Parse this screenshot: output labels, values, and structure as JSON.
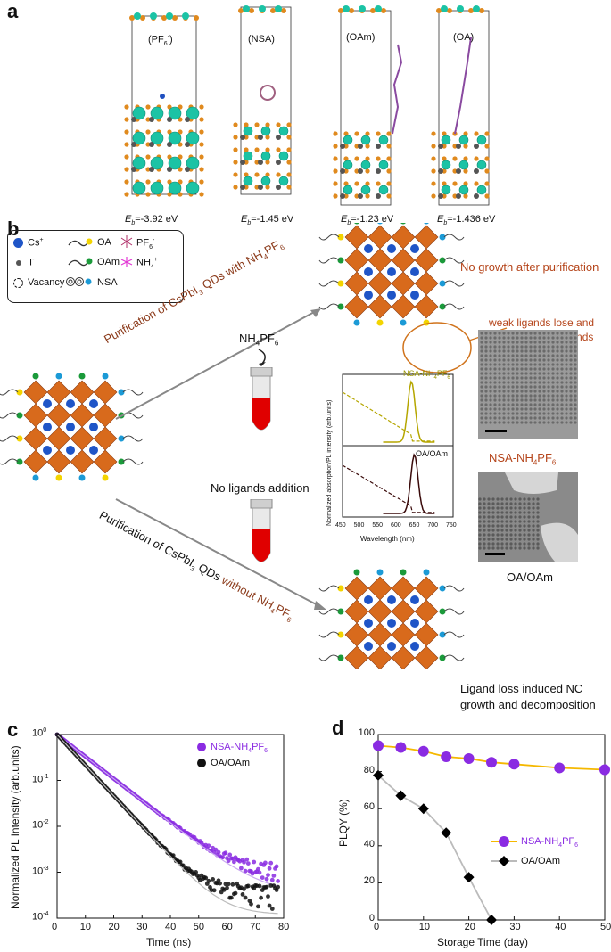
{
  "panel_a": {
    "label": "a",
    "structures": [
      {
        "name": "(PF",
        "sup": "-",
        "sub": "6",
        "name_end": ")",
        "eb": "=-3.92 eV"
      },
      {
        "name": "(NSA)",
        "eb": "=-1.45 eV"
      },
      {
        "name": "(OAm)",
        "eb": "=-1.23 eV"
      },
      {
        "name": "(OA)",
        "eb": "=-1.436 eV"
      }
    ],
    "eb_symbol": "E",
    "eb_sub": "b"
  },
  "panel_b": {
    "label": "b",
    "legend": {
      "cs": "Cs",
      "cs_sup": "+",
      "i": "I",
      "i_sup": "-",
      "vacancy": "Vacancy",
      "oa": "OA",
      "oam": "OAm",
      "nsa": "NSA",
      "pf6": "PF",
      "pf6_sub": "6",
      "pf6_sup": "-",
      "nh4": "NH",
      "nh4_sub": "4",
      "nh4_sup": "+"
    },
    "arrow_top": {
      "a": "Purification of CsPbI",
      "sub": "3",
      "b": " QDs with NH",
      "sub2": "4",
      "c": "PF",
      "sub3": "6"
    },
    "arrow_bottom": {
      "a": "Purification of CsPbI",
      "sub": "3",
      "b": " QDs ",
      "c": "without NH",
      "sub2": "4",
      "d": "PF",
      "sub3": "6"
    },
    "tube_label": {
      "a": "NH",
      "sub": "4",
      "b": "PF",
      "sub2": "6"
    },
    "no_ligands": "No ligands addition",
    "no_growth": "No growth after purification",
    "weak_ligands_1": "weak ligands lose and",
    "weak_ligands_2": "binding strong ligands",
    "ligand_loss_1": "Ligand loss induced NC",
    "ligand_loss_2": "growth and decomposition",
    "spectra": {
      "ylabel": "Normalized absorption/PL intensity (arb.units)",
      "xlabel": "Wavelength (nm)",
      "xticks": [
        "450",
        "500",
        "550",
        "600",
        "650",
        "700",
        "750"
      ],
      "top_label": "NSA-NH",
      "top_label_sub": "4",
      "top_label_end": "PF",
      "top_label_sub2": "6",
      "bottom_label": "OA/OAm"
    },
    "tem_top_label": "NSA-NH",
    "tem_top_sub": "4",
    "tem_top_end": "PF",
    "tem_top_sub2": "6",
    "tem_bottom_label": "OA/OAm"
  },
  "panel_c": {
    "label": "c",
    "chart_data": {
      "type": "scatter",
      "ylabel": "Normalized PL Intensity (arb.units)",
      "xlabel": "Time (ns)",
      "xlim": [
        0,
        80
      ],
      "ylim": [
        0.0001,
        1
      ],
      "yscale": "log",
      "xticks": [
        "0",
        "10",
        "20",
        "30",
        "40",
        "50",
        "60",
        "70",
        "80"
      ],
      "yticks": [
        "10",
        "10",
        "10",
        "10",
        "10"
      ],
      "ytick_exps": [
        "-4",
        "-3",
        "-2",
        "-1",
        "0"
      ],
      "legend_position": "top-right",
      "series": [
        {
          "name": "NSA-NH",
          "name_sub": "4",
          "name_end": "PF",
          "name_sub2": "6",
          "color": "#8a2be2",
          "tau_ns": 9.0
        },
        {
          "name": "OA/OAm",
          "color": "#111111",
          "tau_ns": 6.5
        }
      ]
    }
  },
  "panel_d": {
    "label": "d",
    "chart_data": {
      "type": "line",
      "ylabel": "PLQY (%)",
      "xlabel": "Storage Time (day)",
      "xlim": [
        0,
        50
      ],
      "ylim": [
        0,
        100
      ],
      "xticks": [
        "0",
        "10",
        "20",
        "30",
        "40",
        "50"
      ],
      "yticks": [
        "0",
        "20",
        "40",
        "60",
        "80",
        "100"
      ],
      "legend_position": "right",
      "series": [
        {
          "name": "NSA-NH",
          "name_sub": "4",
          "name_end": "PF",
          "name_sub2": "6",
          "color": "#8a2be2",
          "line_color": "#f5b800",
          "x": [
            0,
            5,
            10,
            15,
            20,
            25,
            30,
            40,
            50
          ],
          "y": [
            94,
            93,
            91,
            88,
            87,
            85,
            84,
            82,
            81
          ]
        },
        {
          "name": "OA/OAm",
          "color": "#000000",
          "line_color": "#bbbbbb",
          "x": [
            0,
            5,
            10,
            15,
            20,
            25
          ],
          "y": [
            78,
            67,
            60,
            47,
            23,
            0
          ]
        }
      ]
    }
  }
}
